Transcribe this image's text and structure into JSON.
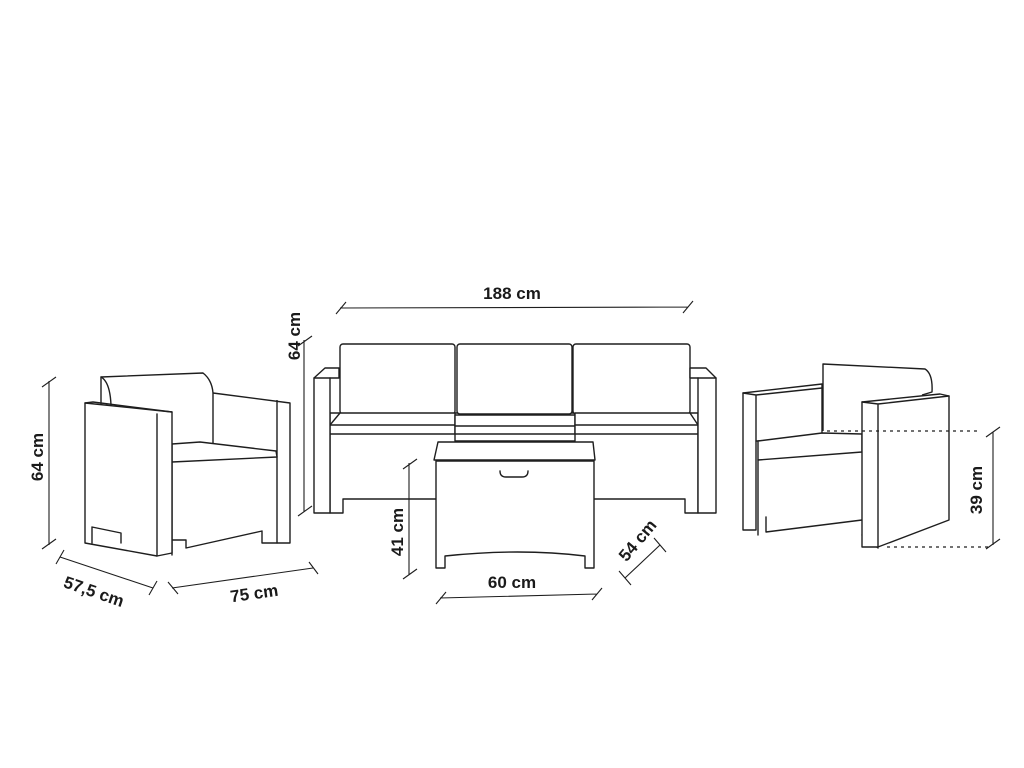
{
  "diagram": {
    "items": [
      "armchair",
      "sofa",
      "coffee-table",
      "armchair"
    ],
    "line_color": "#1e1e1e",
    "background": "#ffffff"
  },
  "dimensions": {
    "armchair_height": "64 cm",
    "armchair_depth": "57,5 cm",
    "armchair_width": "75 cm",
    "sofa_width": "188 cm",
    "sofa_height": "64 cm",
    "table_height": "41 cm",
    "table_width": "60 cm",
    "table_depth": "54 cm",
    "seat_height": "39 cm"
  }
}
